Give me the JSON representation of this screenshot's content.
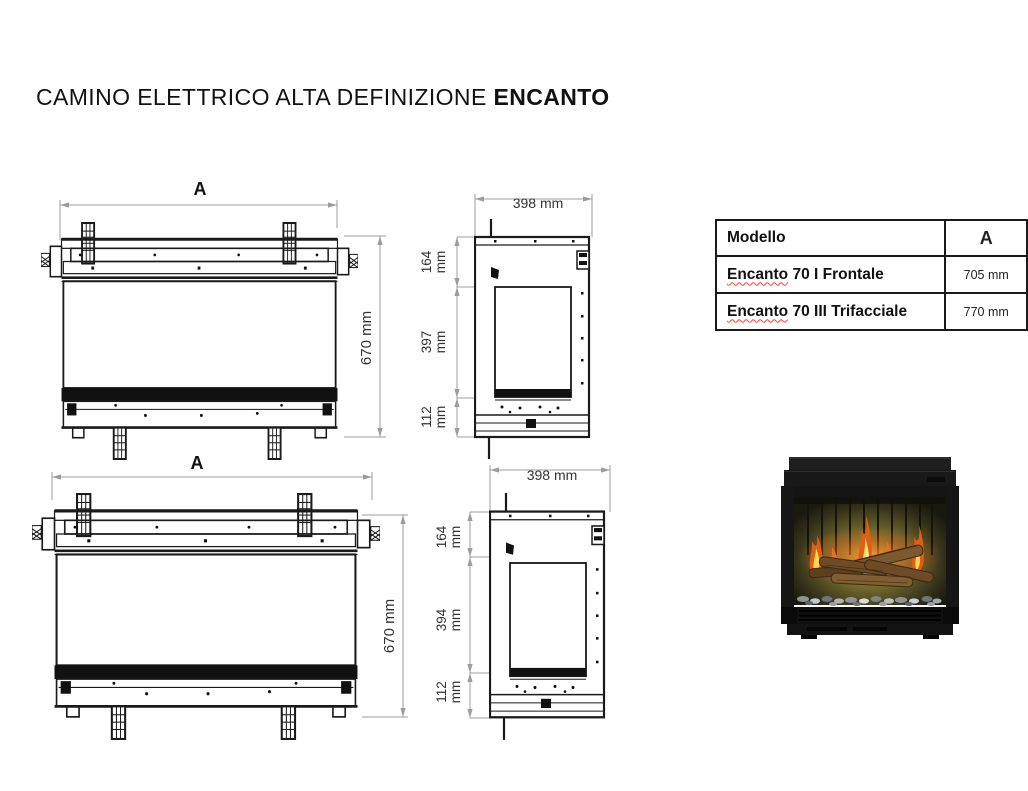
{
  "title": {
    "regular": "CAMINO ELETTRICO ALTA DEFINIZIONE ",
    "bold": "ENCANTO"
  },
  "drawings": {
    "front_top": {
      "width_label": "A",
      "height_label": "670 mm"
    },
    "side_top": {
      "depth_label": "398 mm",
      "segments": [
        {
          "value": "164",
          "unit": "mm"
        },
        {
          "value": "397",
          "unit": "mm"
        },
        {
          "value": "112",
          "unit": "mm"
        }
      ]
    },
    "front_bottom": {
      "width_label": "A",
      "height_label": "670 mm"
    },
    "side_bottom": {
      "depth_label": "398 mm",
      "segments": [
        {
          "value": "164",
          "unit": "mm"
        },
        {
          "value": "394",
          "unit": "mm"
        },
        {
          "value": "112",
          "unit": "mm"
        }
      ]
    }
  },
  "table": {
    "headers": {
      "model": "Modello",
      "dimension": "A"
    },
    "rows": [
      {
        "model_name": "Encanto",
        "model_rest": " 70 I Frontale",
        "value": "705 mm"
      },
      {
        "model_name": "Encanto",
        "model_rest": " 70 III Trifacciale",
        "value": "770 mm"
      }
    ]
  },
  "colors": {
    "drawing_line": "#1a1a1a",
    "dimension_line": "#9c9c9c",
    "spellcheck_red": "#ff3b30",
    "flame_orange": "#dd5f16",
    "flame_yellow": "#ffd94e"
  }
}
